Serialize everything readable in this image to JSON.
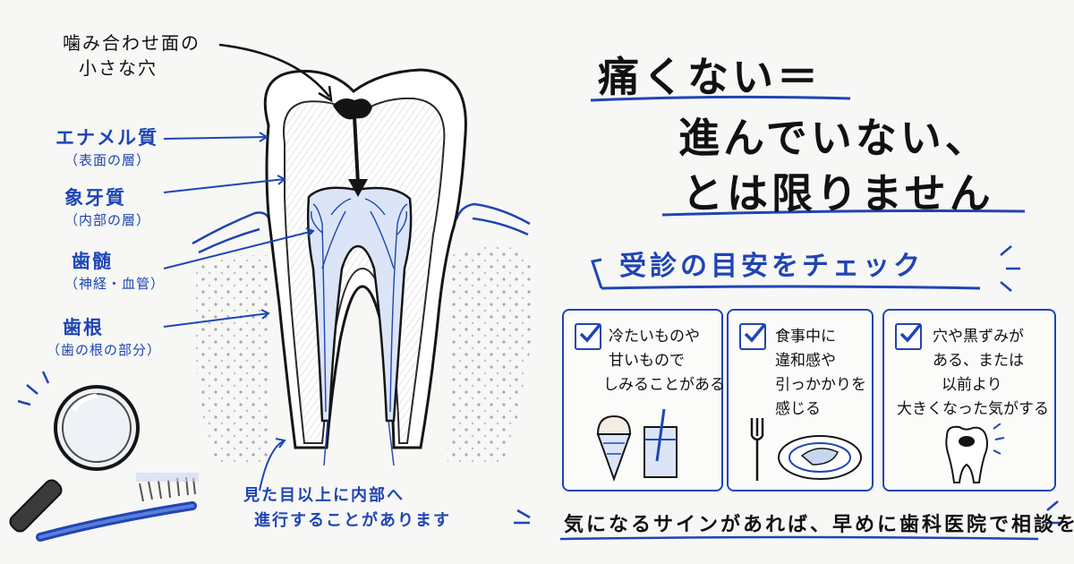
{
  "annotation_top": {
    "line1": "噛み合わせ面の",
    "line2": "小さな穴"
  },
  "layers": [
    {
      "name": "エナメル質",
      "sub": "（表面の層）"
    },
    {
      "name": "象牙質",
      "sub": "（内部の層）"
    },
    {
      "name": "歯髄",
      "sub": "（神経・血管）"
    },
    {
      "name": "歯根",
      "sub": "（歯の根の部分）"
    }
  ],
  "progress_note": {
    "line1": "見た目以上に内部へ",
    "line2": "進行することがあります"
  },
  "headline": {
    "line1": "痛くない＝",
    "line2": "進んでいない、",
    "line3": "とは限りません"
  },
  "check_title": "受診の目安をチェック",
  "cards": [
    {
      "lines": [
        "冷たいものや",
        "甘いもので",
        "しみることがある"
      ],
      "icon": "ice-cream-and-drink-icon"
    },
    {
      "lines": [
        "食事中に",
        "違和感や",
        "引っかかりを",
        "感じる"
      ],
      "icon": "fork-and-plate-icon"
    },
    {
      "lines": [
        "穴や黒ずみが",
        "ある、または",
        "以前より",
        "大きくなった気がする"
      ],
      "icon": "tooth-with-cavity-icon"
    }
  ],
  "footer": "気になるサインがあれば、早めに歯科医院で相談を",
  "colors": {
    "accent": "#1f45b5",
    "ink": "#141414",
    "background": "#f7f7f5"
  }
}
